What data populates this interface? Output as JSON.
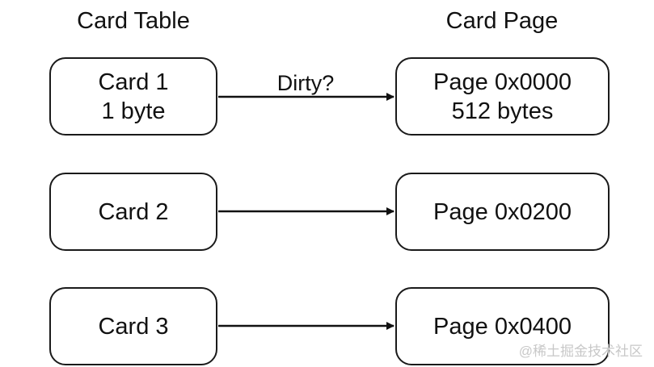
{
  "titles": {
    "card_table": "Card Table",
    "card_page": "Card Page"
  },
  "cards": [
    {
      "line1": "Card 1",
      "line2": "1 byte"
    },
    {
      "line1": "Card 2"
    },
    {
      "line1": "Card 3"
    }
  ],
  "pages": [
    {
      "line1": "Page 0x0000",
      "line2": "512 bytes"
    },
    {
      "line1": "Page 0x0200"
    },
    {
      "line1": "Page 0x0400"
    }
  ],
  "arrow_label": "Dirty?",
  "watermark": "@稀土掘金技术社区"
}
